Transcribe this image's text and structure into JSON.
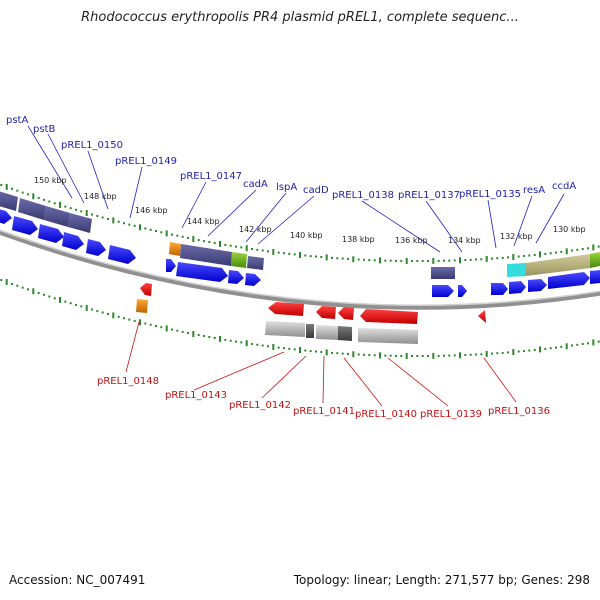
{
  "title": "Rhodococcus erythropolis PR4 plasmid pREL1, complete sequenc...",
  "footer": {
    "accession": "Accession: NC_007491",
    "summary": "Topology: linear; Length: 271,577 bp; Genes: 298"
  },
  "tick_labels": [
    "150 kbp",
    "148 kbp",
    "146 kbp",
    "144 kbp",
    "142 kbp",
    "140 kbp",
    "138 kbp",
    "136 kbp",
    "134 kbp",
    "132 kbp",
    "130 kbp"
  ],
  "top_gene_labels": [
    "pstA",
    "pstB",
    "pREL1_0150",
    "pREL1_0149",
    "pREL1_0147",
    "cadA",
    "lspA",
    "cadD",
    "pREL1_0138",
    "pREL1_0137",
    "pREL1_0135",
    "resA",
    "ccdA"
  ],
  "bottom_gene_labels": [
    "pREL1_0148",
    "pREL1_0143",
    "pREL1_0142",
    "pREL1_0141",
    "pREL1_0140",
    "pREL1_0139",
    "pREL1_0136"
  ],
  "colors": {
    "forward_gene": "#1a1aff",
    "reverse_gene": "#e01010",
    "cds_feature": "#4a4a8c",
    "backbone": "#808080",
    "tick_dots": "#2a8a2a",
    "label_top": "#1f1fa8",
    "label_bottom": "#c41010"
  }
}
